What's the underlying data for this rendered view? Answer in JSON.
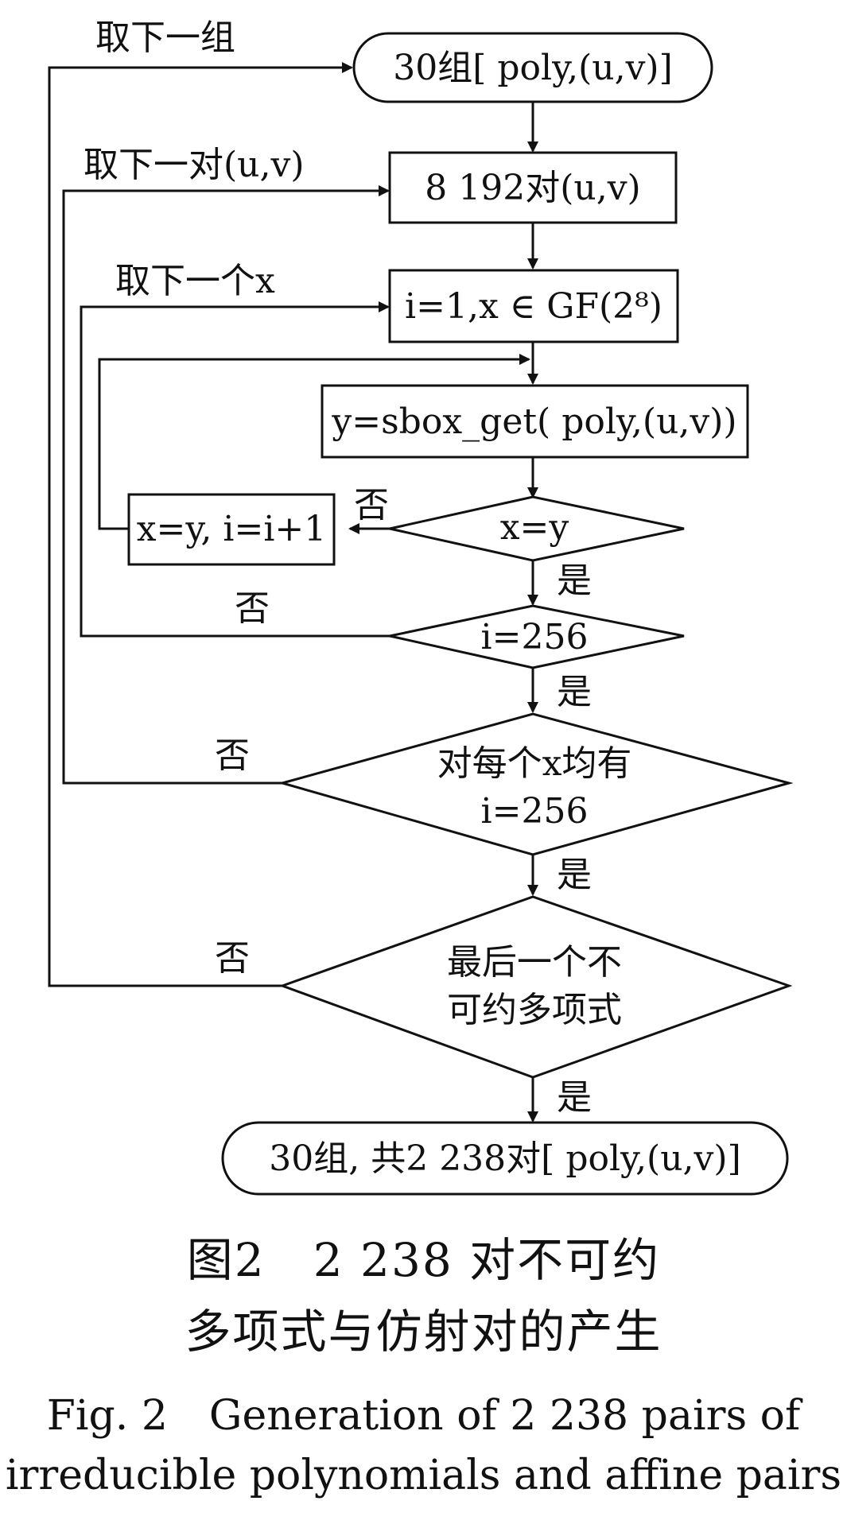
{
  "nodes": {
    "start": "30组[ poly,(u,v)]",
    "pairs": "8 192对(u,v)",
    "init": "i=1,x ∈ GF(2⁸)",
    "sbox": "y=sbox_get( poly,(u,v))",
    "update": "x=y, i=i+1",
    "cond_xy": "x=y",
    "cond_i256": "i=256",
    "cond_all_line1": "对每个x均有",
    "cond_all_line2": "i=256",
    "cond_last_line1": "最后一个不",
    "cond_last_line2": "可约多项式",
    "end": "30组, 共2 238对[ poly,(u,v)]"
  },
  "edge_labels": {
    "next_group": "取下一组",
    "next_pair": "取下一对(u,v)",
    "next_x": "取下一个x",
    "no": "否",
    "yes": "是"
  },
  "caption": {
    "zh_line1": "图2　2 238 对不可约",
    "zh_line2": "多项式与仿射对的产生",
    "en_line1": "Fig. 2　Generation of 2 238 pairs of",
    "en_line2": "irreducible polynomials and affine pairs"
  }
}
